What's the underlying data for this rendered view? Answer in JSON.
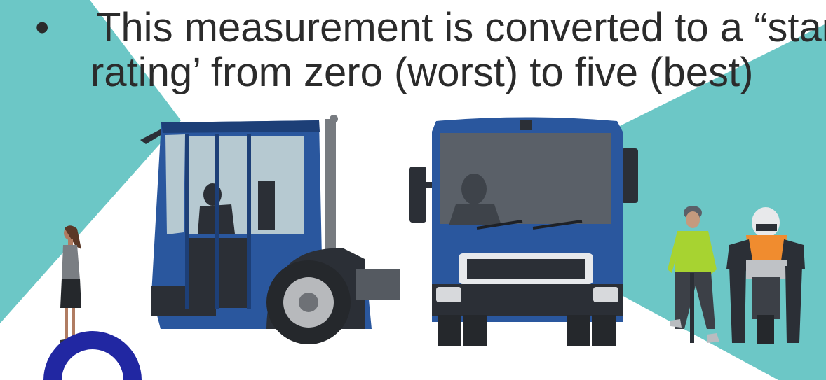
{
  "slide": {
    "bullet_symbol": "•",
    "text_line_1": "This measurement is converted to a “star",
    "text_line_2": "rating’ from zero (worst) to five (best)"
  },
  "illustration": {
    "figures": [
      "pedestrian",
      "truck-side-view",
      "truck-front-view",
      "cyclist",
      "motorcyclist"
    ],
    "colors": {
      "sight_cone": "#6cc7c6",
      "truck_cab": "#2a579e",
      "truck_cab_dark": "#1d3f77",
      "window": "#b6c9d1",
      "cyclist_top": "#a7d331",
      "rider_vest": "#f08c2f",
      "logo_ring": "#2127a2"
    }
  }
}
